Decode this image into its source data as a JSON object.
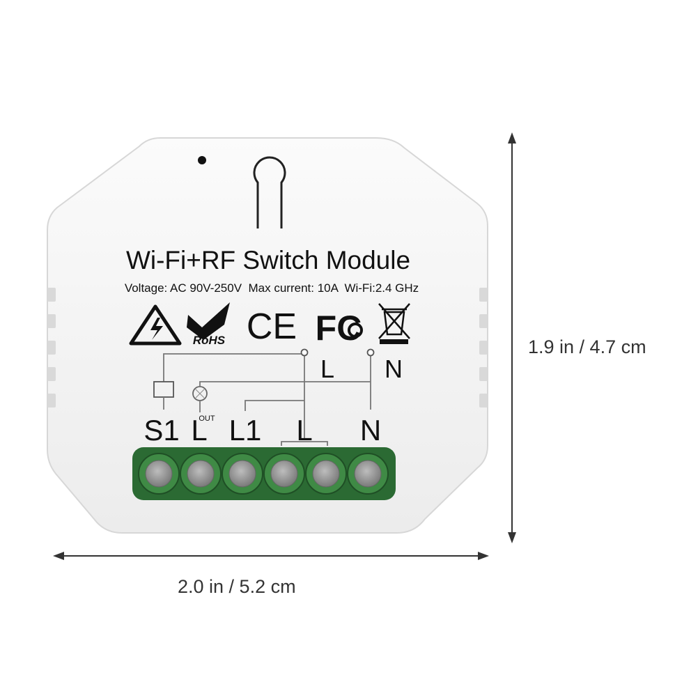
{
  "module": {
    "title": "Wi-Fi+RF Switch Module",
    "specs": "Voltage: AC 90V-250V  Max current: 10A  Wi-Fi:2.4 GHz",
    "rohs_label": "RoHS",
    "ce_label": "CE",
    "fcc_label": "FC",
    "top_labels": {
      "l": "L",
      "n": "N"
    },
    "out_label": "OUT",
    "terminals": [
      "S1",
      "L",
      "L1",
      "L",
      "N"
    ],
    "terminal_count": 6,
    "colors": {
      "housing": "#f4f4f4",
      "terminal_block": "#2e6b34",
      "screw": "#9a9a9a",
      "print": "#111111"
    }
  },
  "dimensions": {
    "height_label": "1.9 in / 4.7 cm",
    "width_label": "2.0 in / 5.2 cm"
  }
}
